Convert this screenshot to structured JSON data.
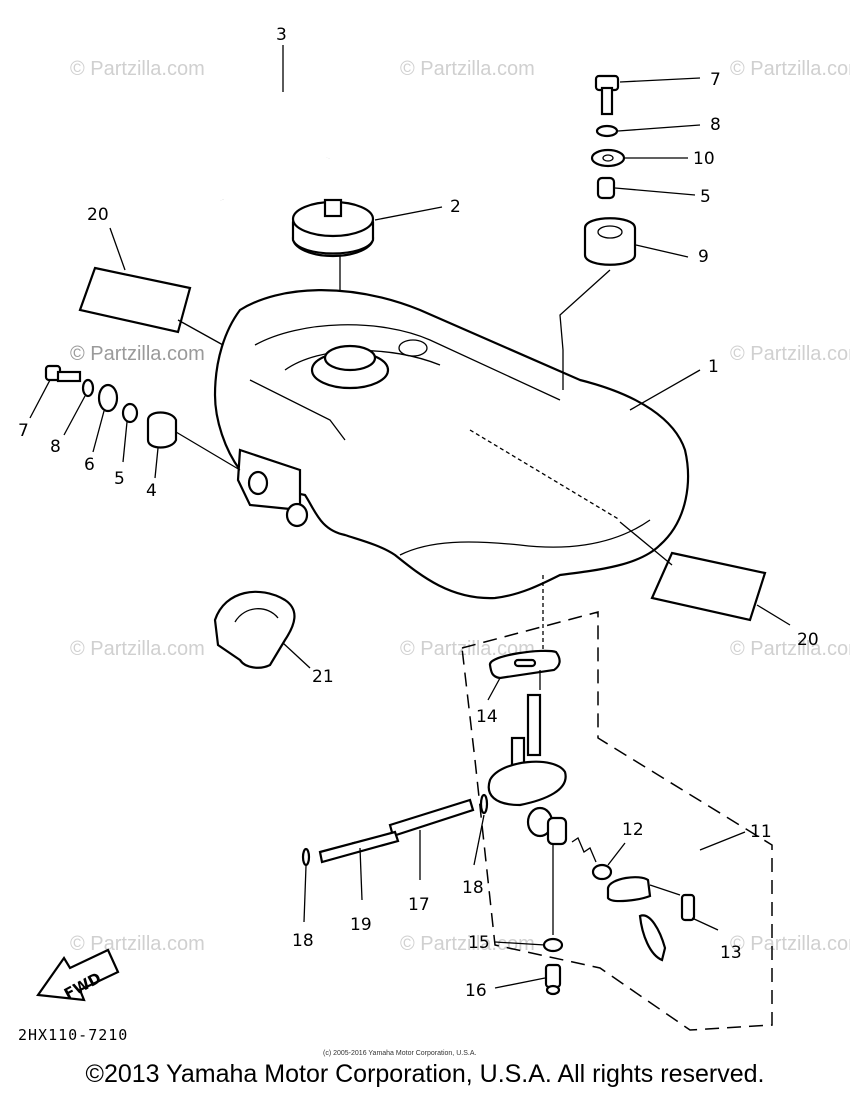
{
  "watermark": "© Partzilla.com",
  "diagram_code": "2HX110-7210",
  "fwd_label": "FWD",
  "small_copyright": "(c) 2005-2016 Yamaha Motor Corporation, U.S.A.",
  "footer_copyright": "©2013 Yamaha Motor Corporation, U.S.A. All rights reserved.",
  "callouts": {
    "c1": "1",
    "c2": "2",
    "c3": "3",
    "c4": "4",
    "c5a": "5",
    "c5b": "5",
    "c6": "6",
    "c7a": "7",
    "c7b": "7",
    "c8a": "8",
    "c8b": "8",
    "c9": "9",
    "c10": "10",
    "c11": "11",
    "c12": "12",
    "c13": "13",
    "c14": "14",
    "c15": "15",
    "c16": "16",
    "c17": "17",
    "c18a": "18",
    "c18b": "18",
    "c19": "19",
    "c20a": "20",
    "c20b": "20",
    "c21": "21"
  }
}
